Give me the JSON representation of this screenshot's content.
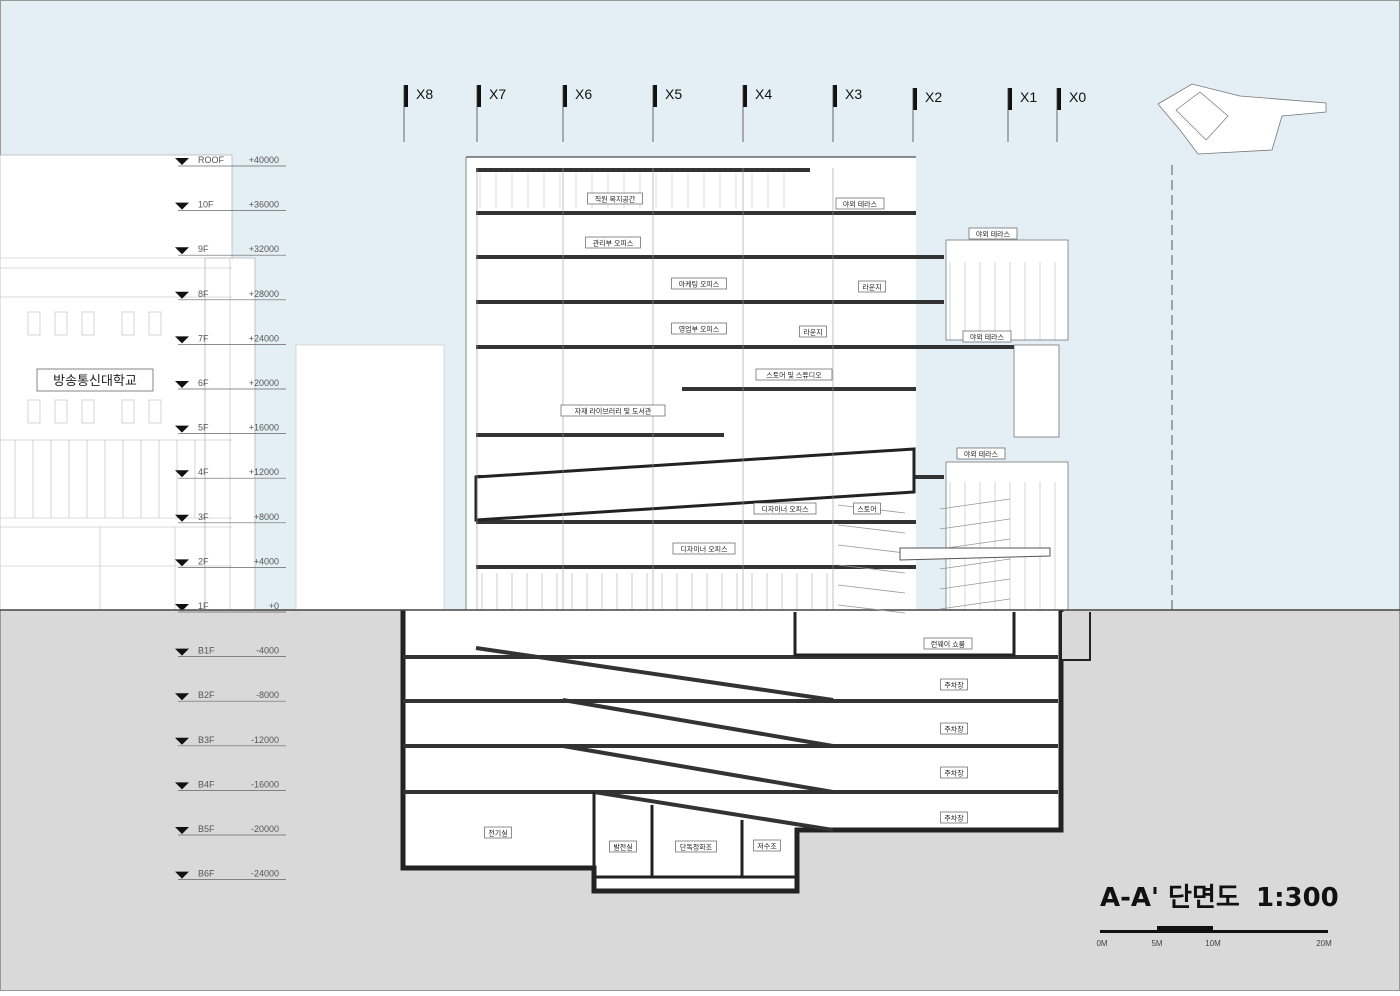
{
  "drawing": {
    "title": "A-A' 단면도",
    "scale": "1:300"
  },
  "scale_bar": {
    "labels": [
      "0M",
      "5M",
      "10M",
      "20M"
    ]
  },
  "grid_lines": [
    "X8",
    "X7",
    "X6",
    "X5",
    "X4",
    "X3",
    "X2",
    "X1",
    "X0"
  ],
  "levels": [
    {
      "name": "ROOF",
      "elev": "+40000"
    },
    {
      "name": "10F",
      "elev": "+36000"
    },
    {
      "name": "9F",
      "elev": "+32000"
    },
    {
      "name": "8F",
      "elev": "+28000"
    },
    {
      "name": "7F",
      "elev": "+24000"
    },
    {
      "name": "6F",
      "elev": "+20000"
    },
    {
      "name": "5F",
      "elev": "+16000"
    },
    {
      "name": "4F",
      "elev": "+12000"
    },
    {
      "name": "3F",
      "elev": "+8000"
    },
    {
      "name": "2F",
      "elev": "+4000"
    },
    {
      "name": "1F",
      "elev": "+0"
    },
    {
      "name": "B1F",
      "elev": "-4000"
    },
    {
      "name": "B2F",
      "elev": "-8000"
    },
    {
      "name": "B3F",
      "elev": "-12000"
    },
    {
      "name": "B4F",
      "elev": "-16000"
    },
    {
      "name": "B5F",
      "elev": "-20000"
    },
    {
      "name": "B6F",
      "elev": "-24000"
    }
  ],
  "neighbor": {
    "name": "방송통신대학교"
  },
  "rooms": [
    "직원 복지공간",
    "야외 테라스",
    "관리부 오피스",
    "야외 테라스",
    "마케팅 오피스",
    "라운지",
    "영업부 오피스",
    "라운지",
    "야외 테라스",
    "스토어 및 스튜디오",
    "자재 라이브러리 및 도서관",
    "야외 테라스",
    "디자이너 오피스",
    "스토어",
    "디자이너 오피스",
    "런웨이 쇼룸",
    "주차장",
    "주차장",
    "주차장",
    "주차장",
    "전기실",
    "발전실",
    "단독정화조",
    "저수조"
  ],
  "colors": {
    "sky": "#e4eef5",
    "ground": "#d9d9d9",
    "paper": "#ffffff",
    "wall": "#222222",
    "slab": "#333333",
    "neighbor_line": "#b8b8b8"
  }
}
